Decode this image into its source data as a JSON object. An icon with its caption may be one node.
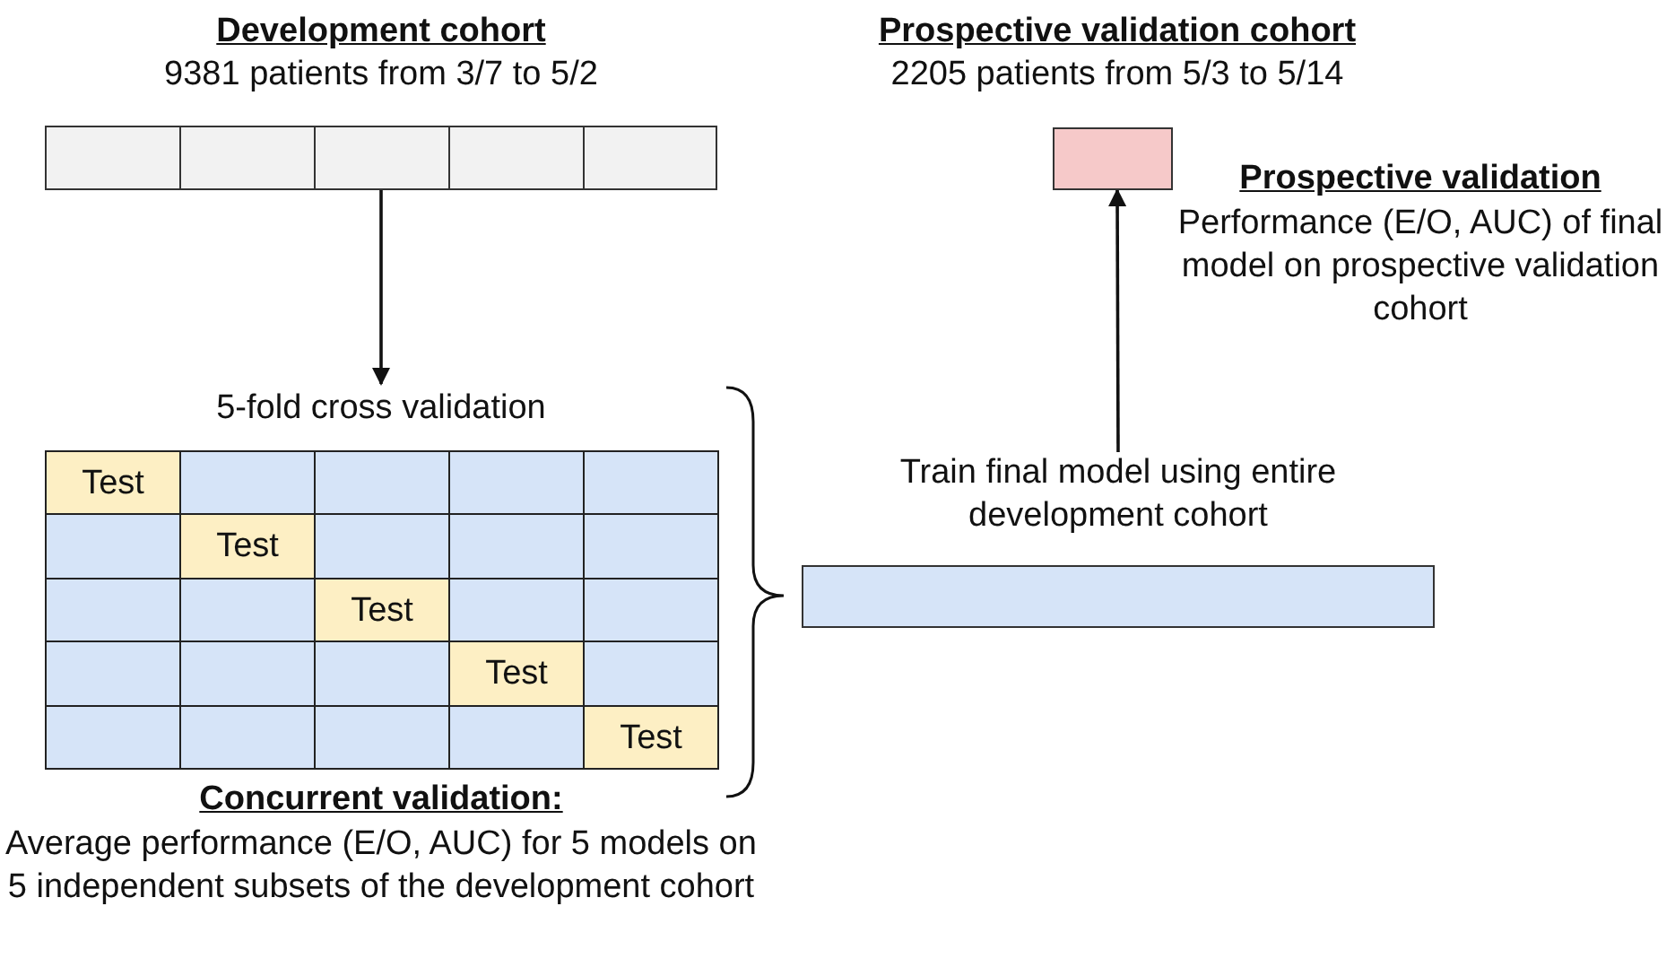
{
  "diagram": {
    "nodes": [
      {
        "text": [
          "Development cohort",
          "9381 patients from 3/7 to 5/2"
        ]
      },
      {
        "text": [
          "5-fold cross validation"
        ],
        "beside": [
          "Concurrent validation:",
          "Average performance (E/O, AUC) for 5 models on 5 independent subsets of the development cohort"
        ]
      },
      {
        "text": [
          "Test"
        ],
        "in": 1
      },
      {
        "text": [
          "Test"
        ],
        "in": 1
      },
      {
        "text": [
          "Test"
        ],
        "in": 1
      },
      {
        "text": [
          "Test"
        ],
        "in": 1
      },
      {
        "text": [
          "Test"
        ],
        "in": 1
      },
      {
        "text": [
          "Train final model using entire development cohort"
        ]
      },
      {
        "text": [
          "Prospective validation cohort",
          "2205 patients from 5/3 to 5/14"
        ],
        "beside": [
          "Prospective validation",
          "Performance (E/O, AUC) of final model on prospective validation cohort"
        ]
      }
    ],
    "edges": [
      {
        "from": 0,
        "to": 1,
        "arrow": "to"
      },
      {
        "from": 7,
        "to": 8,
        "arrow": "to"
      }
    ]
  }
}
